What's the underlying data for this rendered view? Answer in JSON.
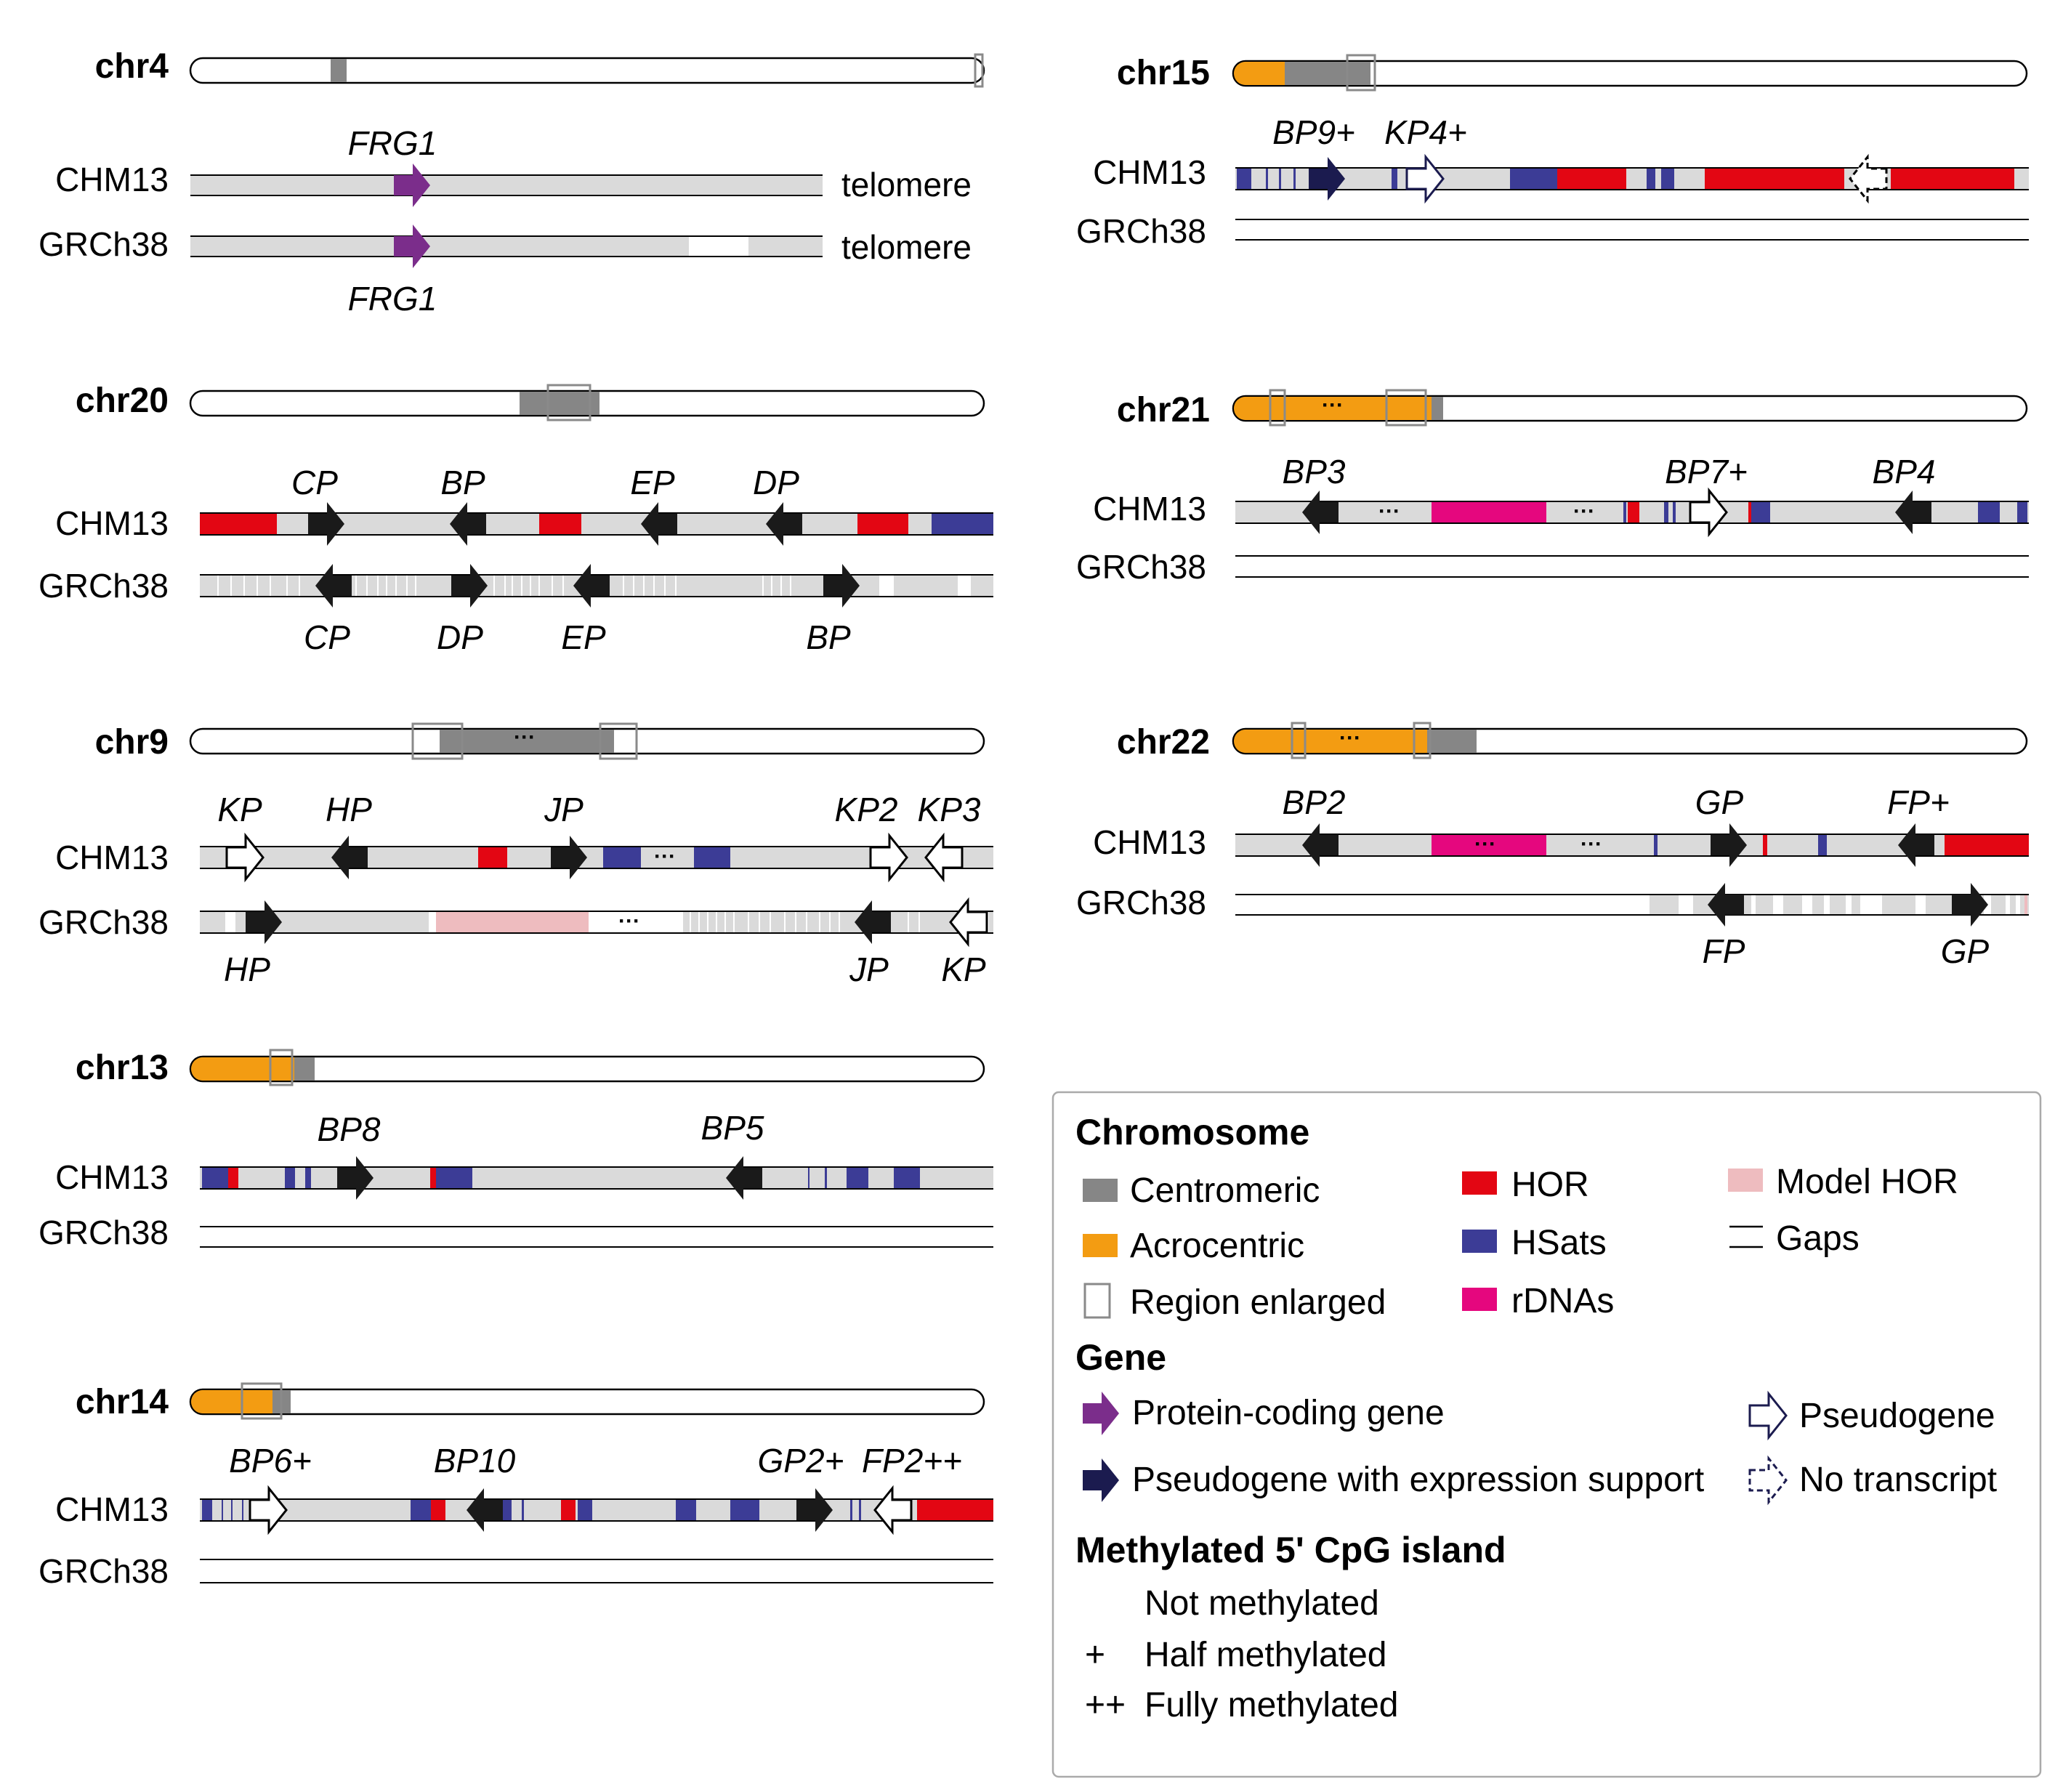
{
  "colors": {
    "centromeric": "#868686",
    "acrocentric": "#f39c12",
    "hor": "#e30613",
    "hsat": "#3c3c96",
    "rdna": "#e5077e",
    "model_hor": "#eebcbf",
    "track": "#dadada",
    "protein_coding": "#7b2d8b",
    "expressed_pseudo": "#1a1a1a",
    "legend_expressed": "#1b1b4f"
  },
  "track_labels": {
    "chm13": "CHM13",
    "grch38": "GRCh38"
  },
  "chr4": {
    "name": "chr4",
    "chm13_gene": "FRG1",
    "grch38_gene": "FRG1",
    "telomere_a": "telomere",
    "telomere_b": "telomere"
  },
  "chr20": {
    "name": "chr20",
    "chm13_genes": [
      "CP",
      "BP",
      "EP",
      "DP"
    ],
    "grch38_genes": [
      "CP",
      "DP",
      "EP",
      "BP"
    ]
  },
  "chr9": {
    "name": "chr9",
    "chm13_genes": [
      "KP",
      "HP",
      "JP",
      "KP2",
      "KP3"
    ],
    "grch38_genes": [
      "HP",
      "JP",
      "KP"
    ]
  },
  "chr13": {
    "name": "chr13",
    "chm13_genes": [
      "BP8",
      "BP5"
    ]
  },
  "chr14": {
    "name": "chr14",
    "chm13_genes": [
      "BP6+",
      "BP10",
      "GP2+",
      "FP2++"
    ]
  },
  "chr15": {
    "name": "chr15",
    "chm13_genes": [
      "BP9+",
      "KP4+"
    ]
  },
  "chr21": {
    "name": "chr21",
    "chm13_genes": [
      "BP3",
      "BP7+",
      "BP4"
    ]
  },
  "chr22": {
    "name": "chr22",
    "chm13_genes": [
      "BP2",
      "GP",
      "FP+"
    ],
    "grch38_genes": [
      "FP",
      "GP"
    ]
  },
  "ellipsis": "···",
  "legend": {
    "chromosome_title": "Chromosome",
    "centromeric": "Centromeric",
    "acrocentric": "Acrocentric",
    "region_enlarged": "Region enlarged",
    "hor": "HOR",
    "hsats": "HSats",
    "rdnas": "rDNAs",
    "model_hor": "Model HOR",
    "gaps": "Gaps",
    "gene_title": "Gene",
    "protein_coding": "Protein-coding gene",
    "expressed_pseudogene": "Pseudogene with expression support",
    "pseudogene": "Pseudogene",
    "no_transcript": "No transcript",
    "methyl_title": "Methylated 5' CpG island",
    "not_methylated": "Not methylated",
    "half_symbol": "+",
    "half_methylated": "Half methylated",
    "fully_symbol": "++",
    "fully_methylated": "Fully methylated"
  }
}
